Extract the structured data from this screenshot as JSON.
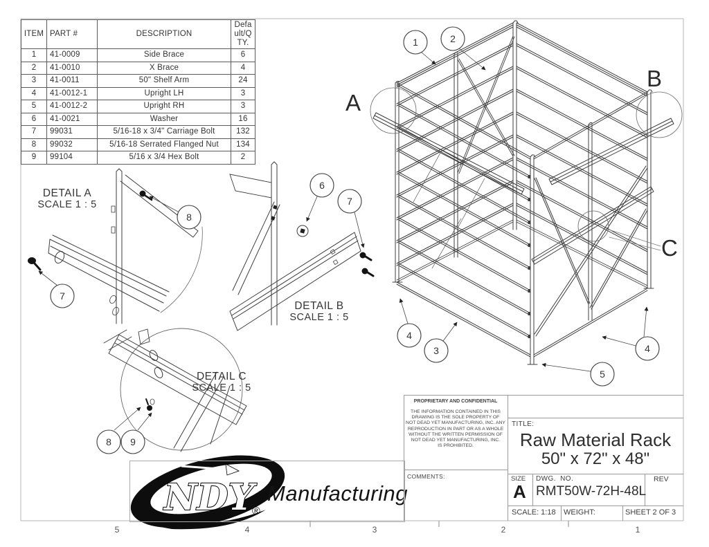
{
  "bom": {
    "headers": [
      "ITEM",
      "PART #",
      "DESCRIPTION",
      "Default/QTY."
    ],
    "rows": [
      [
        "1",
        "41-0009",
        "Side Brace",
        "6"
      ],
      [
        "2",
        "41-0010",
        "X Brace",
        "4"
      ],
      [
        "3",
        "41-0011",
        "50\" Shelf Arm",
        "24"
      ],
      [
        "4",
        "41-0012-1",
        "Upright LH",
        "3"
      ],
      [
        "5",
        "41-0012-2",
        "Upright RH",
        "3"
      ],
      [
        "6",
        "41-0021",
        "Washer",
        "16"
      ],
      [
        "7",
        "99031",
        "5/16-18 x 3/4\" Carriage Bolt",
        "132"
      ],
      [
        "8",
        "99032",
        "5/16-18 Serrated Flanged Nut",
        "134"
      ],
      [
        "9",
        "99104",
        "5/16 x 3/4 Hex Bolt",
        "2"
      ]
    ]
  },
  "details": {
    "a": {
      "label": "DETAIL A",
      "scale": "SCALE 1 : 5"
    },
    "b": {
      "label": "DETAIL B",
      "scale": "SCALE 1 : 5"
    },
    "c": {
      "label": "DETAIL C",
      "scale": "SCALE 1 : 5"
    }
  },
  "callouts": {
    "b1": "1",
    "b2": "2",
    "b3": "3",
    "b4l": "4",
    "b4r": "4",
    "b5": "5",
    "b6": "6",
    "b7a": "7",
    "b7b": "7",
    "b8a": "8",
    "b8c": "8",
    "b9": "9",
    "view_a": "A",
    "view_b": "B",
    "view_c": "C"
  },
  "title_block": {
    "proprietary_heading": "PROPRIETARY AND CONFIDENTIAL",
    "proprietary_lines": [
      "THE INFORMATION CONTAINED IN THIS",
      "DRAWING IS THE SOLE PROPERTY OF",
      "NOT DEAD YET MANUFACTURING, INC. ANY",
      "REPRODUCTION IN PART OR AS A WHOLE",
      "WITHOUT THE WRITTEN PERMISSION OF",
      "NOT DEAD YET MANUFACTURING, INC.",
      "IS PROHIBITED."
    ],
    "comments_label": "COMMENTS:",
    "title_label": "TITLE:",
    "title_line1": "Raw Material Rack",
    "title_line2": "50\" x 72\" x 48\"",
    "size_label": "SIZE",
    "size_value": "A",
    "dwg_label": "DWG.  NO.",
    "dwg_value": "RMT50W-72H-48L",
    "rev_label": "REV",
    "scale_text": "SCALE: 1:18",
    "weight_label": "WEIGHT:",
    "sheet_text": "SHEET 2 OF 3"
  },
  "logo": {
    "ndy": "NDY",
    "registered": "®",
    "manufacturing": "Manufacturing"
  },
  "border_zones": [
    "5",
    "4",
    "3",
    "2",
    "1"
  ]
}
